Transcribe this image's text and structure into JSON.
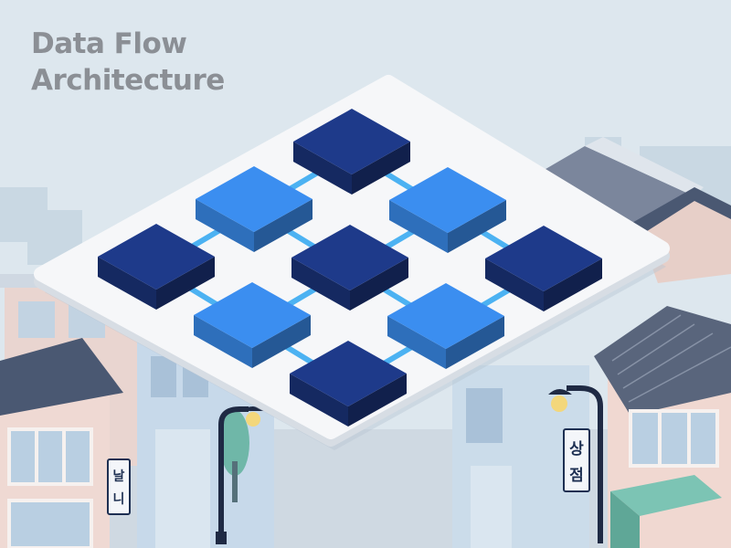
{
  "diagram": {
    "title_line_1": "Data Flow",
    "title_line_2": "Architecture"
  },
  "street": {
    "left_sign_chars": [
      "날",
      "니"
    ],
    "right_sign_chars": [
      "상",
      "점"
    ]
  },
  "colors": {
    "sky": "#dde7ee",
    "platform": "#f6f7f9",
    "node_dark": "#1e3a8a",
    "node_light": "#3b8ef0",
    "connector": "#4cb2f2",
    "lamp_post": "#1f2a44",
    "awning": "#7cc4b4"
  }
}
